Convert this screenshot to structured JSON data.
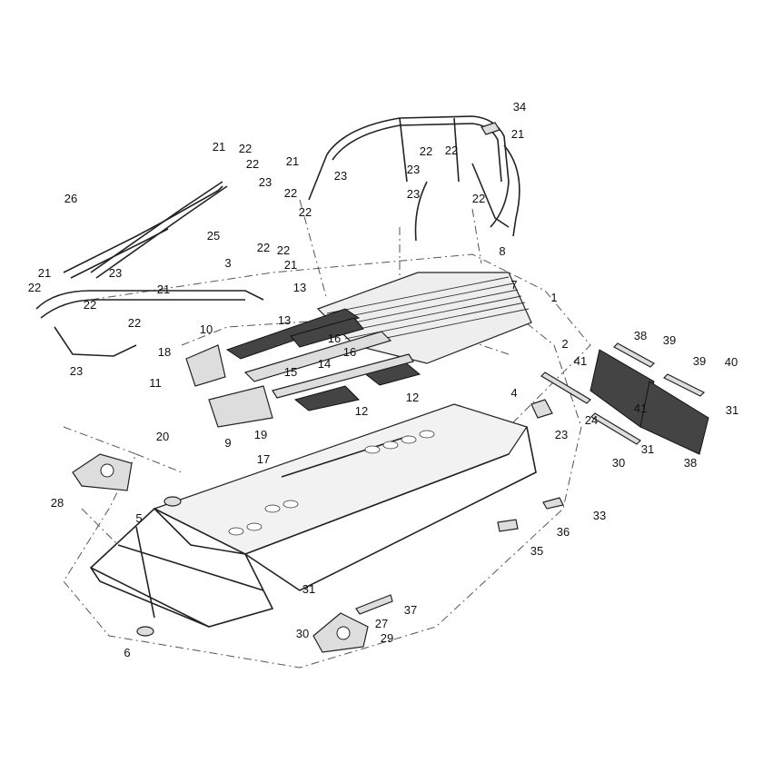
{
  "diagram": {
    "type": "exploded-parts-diagram",
    "callouts": [
      "34",
      "21",
      "22",
      "23",
      "22",
      "22",
      "23",
      "21",
      "22",
      "23",
      "22",
      "22",
      "21",
      "22",
      "23",
      "22",
      "22",
      "21",
      "3",
      "26",
      "25",
      "21",
      "22",
      "23",
      "22",
      "21",
      "22",
      "23",
      "8",
      "7",
      "1",
      "13",
      "13",
      "10",
      "16",
      "16",
      "15",
      "14",
      "18",
      "11",
      "12",
      "12",
      "20",
      "9",
      "19",
      "17",
      "2",
      "4",
      "23",
      "24",
      "41",
      "41",
      "38",
      "39",
      "39",
      "40",
      "31",
      "31",
      "30",
      "38",
      "28",
      "5",
      "33",
      "36",
      "35",
      "37",
      "31",
      "27",
      "29",
      "30",
      "6"
    ]
  }
}
